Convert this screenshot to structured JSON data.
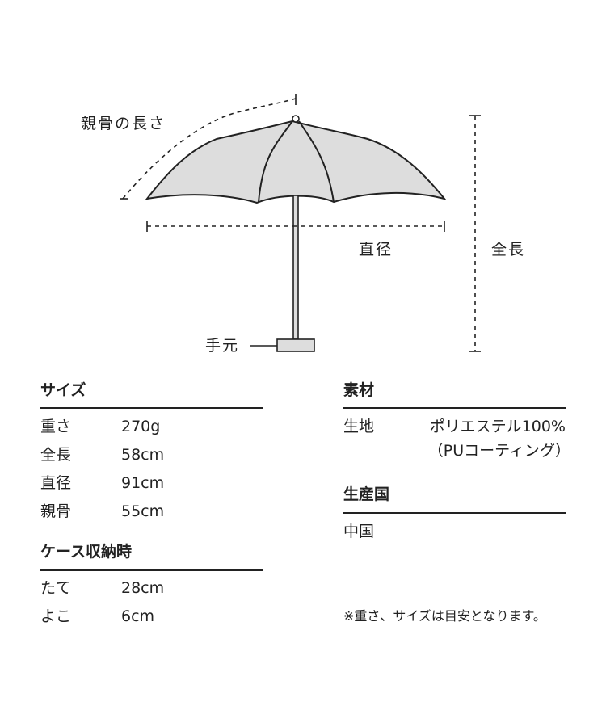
{
  "diagram": {
    "rib_length_label": "親骨の長さ",
    "diameter_label": "直径",
    "total_length_label": "全長",
    "handle_label": "手元",
    "canopy_color": "#dddddd",
    "line_color": "#222222"
  },
  "size": {
    "heading": "サイズ",
    "rows": [
      {
        "label": "重さ",
        "value": "270g"
      },
      {
        "label": "全長",
        "value": "58cm"
      },
      {
        "label": "直径",
        "value": "91cm"
      },
      {
        "label": "親骨",
        "value": "55cm"
      }
    ]
  },
  "case": {
    "heading": "ケース収納時",
    "rows": [
      {
        "label": "たて",
        "value": "28cm"
      },
      {
        "label": "よこ",
        "value": "6cm"
      }
    ]
  },
  "material": {
    "heading": "素材",
    "label": "生地",
    "value_line1": "ポリエステル100%",
    "value_line2": "（PUコーティング）"
  },
  "origin": {
    "heading": "生産国",
    "value": "中国"
  },
  "note": "※重さ、サイズは目安となります。"
}
